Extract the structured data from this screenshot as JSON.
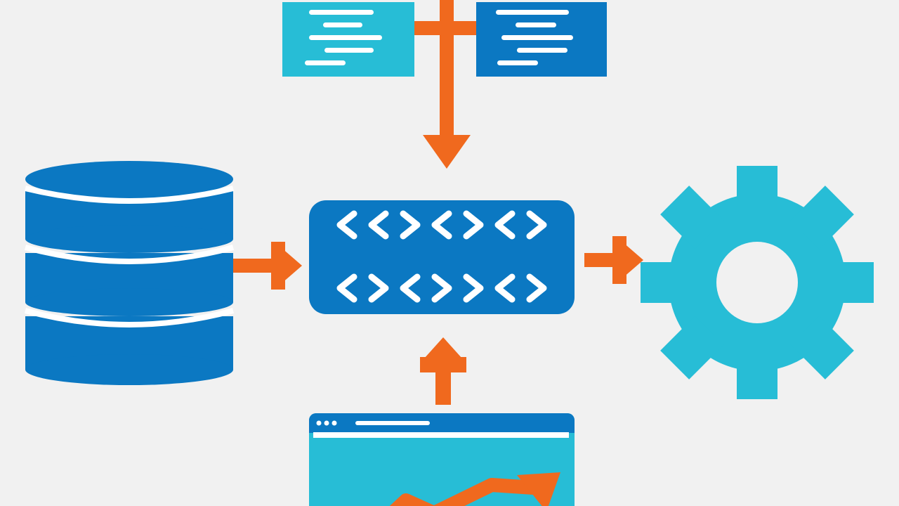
{
  "colors": {
    "background": "#f1f1f1",
    "primary_blue": "#0b78c2",
    "light_blue": "#27bdd6",
    "orange": "#f0691e",
    "white": "#ffffff"
  },
  "nodes": [
    {
      "name": "document-left-icon",
      "icon": "text-document",
      "color": "light_blue"
    },
    {
      "name": "document-right-icon",
      "icon": "text-document",
      "color": "primary_blue"
    },
    {
      "name": "database-icon",
      "icon": "database-cylinder",
      "color": "primary_blue"
    },
    {
      "name": "code-panel",
      "icon": "code-brackets",
      "color": "primary_blue"
    },
    {
      "name": "gear-icon",
      "icon": "settings-gear",
      "color": "light_blue"
    },
    {
      "name": "browser-window-icon",
      "icon": "browser-with-trend-arrow",
      "color": "light_blue"
    }
  ],
  "connections": [
    {
      "from": "documents",
      "to": "code-panel",
      "color": "orange"
    },
    {
      "from": "database-icon",
      "to": "code-panel",
      "color": "orange"
    },
    {
      "from": "code-panel",
      "to": "gear-icon",
      "color": "orange"
    },
    {
      "from": "browser-window-icon",
      "to": "code-panel",
      "color": "orange"
    }
  ],
  "code_panel": {
    "row1": [
      "<",
      "<",
      ">",
      "<",
      ">",
      "<",
      ">"
    ],
    "row2": [
      "<",
      ">",
      "<",
      ">",
      ">",
      "<",
      ">"
    ]
  }
}
